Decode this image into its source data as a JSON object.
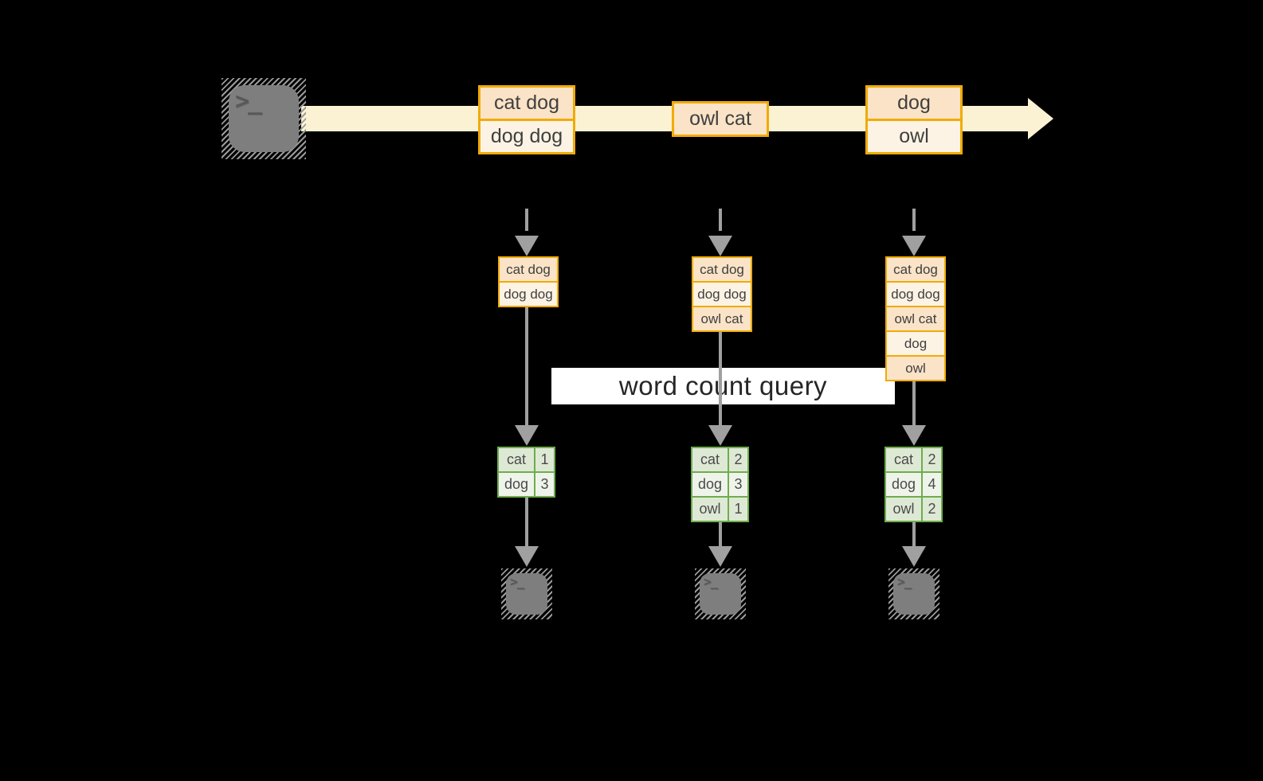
{
  "stream": {
    "events": [
      {
        "lines": [
          "cat dog",
          "dog dog"
        ]
      },
      {
        "lines": [
          "owl cat"
        ]
      },
      {
        "lines": [
          "dog",
          "owl"
        ]
      }
    ]
  },
  "query": {
    "label": "word count query"
  },
  "columns": [
    {
      "buffer": [
        "cat dog",
        "dog dog"
      ],
      "counts": [
        {
          "word": "cat",
          "value": "1"
        },
        {
          "word": "dog",
          "value": "3"
        }
      ]
    },
    {
      "buffer": [
        "cat dog",
        "dog dog",
        "owl cat"
      ],
      "counts": [
        {
          "word": "cat",
          "value": "2"
        },
        {
          "word": "dog",
          "value": "3"
        },
        {
          "word": "owl",
          "value": "1"
        }
      ]
    },
    {
      "buffer": [
        "cat dog",
        "dog dog",
        "owl cat",
        "dog",
        "owl"
      ],
      "counts": [
        {
          "word": "cat",
          "value": "2"
        },
        {
          "word": "dog",
          "value": "4"
        },
        {
          "word": "owl",
          "value": "2"
        }
      ]
    }
  ],
  "terminal": {
    "glyph": ">_"
  },
  "colors": {
    "background": "#000000",
    "stream_fill": "#FBF2D3",
    "event_border": "#F0AB07",
    "event_cell_dark": "#FAE3C7",
    "event_cell_light": "#FDF3E4",
    "table_border": "#6FAC4E",
    "table_cell_dark": "#DEE9D5",
    "table_cell_light": "#EFF4EB",
    "arrow_gray": "#A0A0A0",
    "terminal_gray": "#7E7E7E",
    "query_bg": "#FFFFFF",
    "text_dark": "#3F3F3F"
  }
}
